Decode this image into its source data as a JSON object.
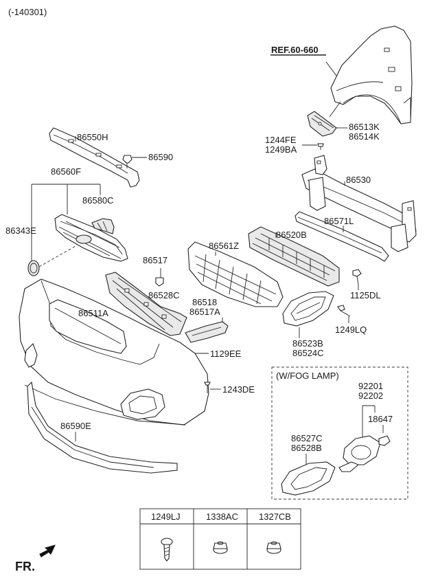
{
  "header": {
    "date_code": "(-140301)"
  },
  "reference": {
    "label": "REF.60-660"
  },
  "orientation": {
    "label": "FR."
  },
  "fog_lamp_group": {
    "title": "(W/FOG LAMP)"
  },
  "callouts": {
    "p86513K": "86513K",
    "p86514K": "86514K",
    "p1244FE": "1244FE",
    "p1249BA": "1249BA",
    "p86550H": "86550H",
    "p86590": "86590",
    "p86560F": "86560F",
    "p86580C": "86580C",
    "p86343E": "86343E",
    "p86530": "86530",
    "p86571L": "86571L",
    "p86520B": "86520B",
    "p86561Z": "86561Z",
    "p86517": "86517",
    "p86528C": "86528C",
    "p86518": "86518",
    "p86517A": "86517A",
    "p86511A": "86511A",
    "p1125DL": "1125DL",
    "p1249LQ": "1249LQ",
    "p86523B": "86523B",
    "p86524C": "86524C",
    "p1129EE": "1129EE",
    "p1243DE": "1243DE",
    "p86590E": "86590E",
    "p92201": "92201",
    "p92202": "92202",
    "p18647": "18647",
    "p86527C": "86527C",
    "p86528B": "86528B"
  },
  "fastener_table": {
    "columns": [
      "1249LJ",
      "1338AC",
      "1327CB"
    ],
    "icons": [
      "screw-icon",
      "nut-icon",
      "nut-icon"
    ]
  }
}
